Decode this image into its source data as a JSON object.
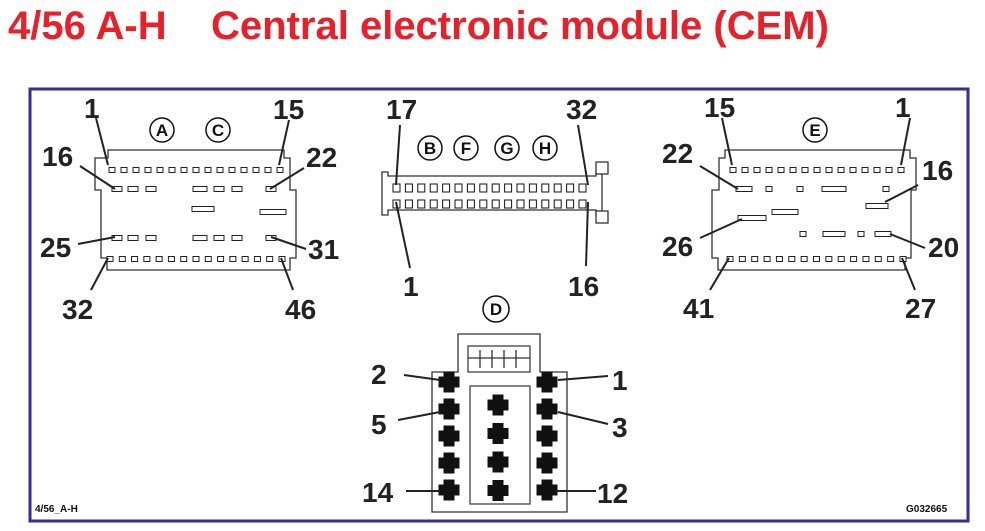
{
  "title": "4/56 A-H    Central electronic module (CEM)",
  "footer": {
    "left": "4/56_A-H",
    "right": "G032665"
  },
  "colors": {
    "title": "#e8202a",
    "frame": "#3a2a9a"
  },
  "connector_ac": {
    "letters": [
      "A",
      "C"
    ],
    "pins": {
      "p1": "1",
      "p15": "15",
      "p16": "16",
      "p22": "22",
      "p25": "25",
      "p31": "31",
      "p32": "32",
      "p46": "46"
    }
  },
  "connector_bfgh": {
    "letters": [
      "B",
      "F",
      "G",
      "H"
    ],
    "pins": {
      "p17": "17",
      "p32": "32",
      "p1": "1",
      "p16": "16"
    }
  },
  "connector_e": {
    "letters": [
      "E"
    ],
    "pins": {
      "p15": "15",
      "p1": "1",
      "p22": "22",
      "p16": "16",
      "p26": "26",
      "p20": "20",
      "p41": "41",
      "p27": "27"
    }
  },
  "connector_d": {
    "letters": [
      "D"
    ],
    "pins": {
      "p2": "2",
      "p1": "1",
      "p5": "5",
      "p3": "3",
      "p14": "14",
      "p12": "12"
    }
  }
}
